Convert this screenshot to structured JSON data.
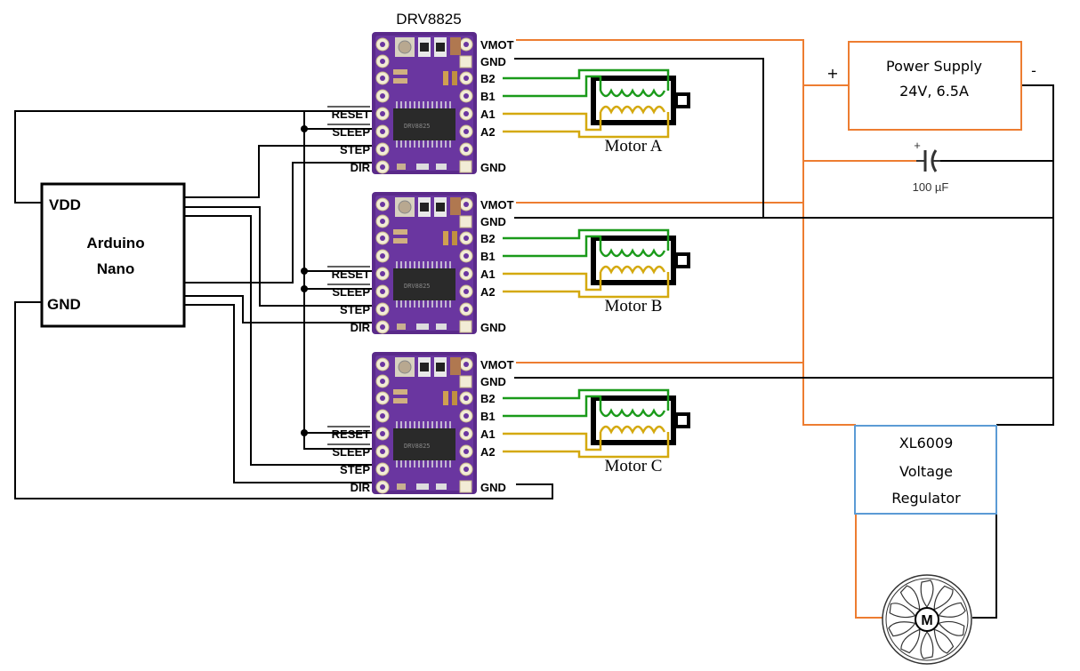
{
  "title": "DRV8825",
  "colors": {
    "power_wire": "#ED7D31",
    "ground_wire": "#000000",
    "coil_b": "#1a9a1a",
    "coil_a": "#D4A90F",
    "board": "#5a2a8a",
    "regulator_border": "#5B9BD5",
    "supply_border": "#ED7D31"
  },
  "arduino": {
    "line1": "Arduino",
    "line2": "Nano",
    "vdd": "VDD",
    "gnd": "GND"
  },
  "driver_left_pins": [
    "RESET",
    "SLEEP",
    "STEP",
    "DIR"
  ],
  "driver_right_pins": [
    "VMOT",
    "GND",
    "B2",
    "B1",
    "A1",
    "A2",
    "GND"
  ],
  "motors": [
    {
      "label": "Motor A"
    },
    {
      "label": "Motor B"
    },
    {
      "label": "Motor C"
    }
  ],
  "power_supply": {
    "line1": "Power Supply",
    "line2": "24V, 6.5A",
    "plus": "+",
    "minus": "-"
  },
  "capacitor": {
    "label": "100 µF",
    "polarity": "+"
  },
  "regulator": {
    "line1": "XL6009",
    "line2": "Voltage",
    "line3": "Regulator"
  },
  "fan": {
    "label": "M"
  }
}
